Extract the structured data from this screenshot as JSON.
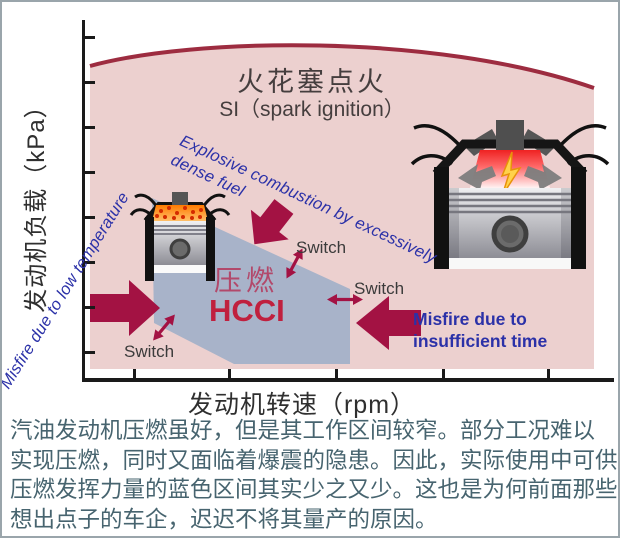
{
  "figure": {
    "y_axis_label": "发动机负载（kPa）",
    "x_axis_label": "发动机转速（rpm）",
    "si_label_cn": "火花塞点火",
    "si_label_en": "SI（spark ignition）",
    "hcci_label_cn": "压燃",
    "hcci_label_en": "HCCI",
    "explosive_note_line1": "Explosive combustion by excessively",
    "explosive_note_line2": "dense fuel",
    "misfire_low_note": "Misfire due to low temperature",
    "misfire_time_line1": "Misfire due to",
    "misfire_time_line2": "insufficient time",
    "switch_label": "Switch"
  },
  "caption_lines": [
    "汽油发动机压燃虽好，但是其工作区间较窄。部分工况难以",
    "实现压燃，同时又面临着爆震的隐患。因此，实际使用中可供",
    "压燃发挥力量的蓝色区间其实少之又少。这也是为何前面那些",
    "想出点子的车企，迟迟不将其量产的原因。"
  ],
  "colors": {
    "si_region": "#ecd0cf",
    "hcci_region": "#a8b3c9",
    "boundary_curve": "#9d2c40",
    "arrow": "#a31243",
    "note_blue": "#2b31a8",
    "hcci_text": "#c0203e",
    "hcci_cn_text": "#b2496b",
    "caption_text": "#47646f"
  }
}
